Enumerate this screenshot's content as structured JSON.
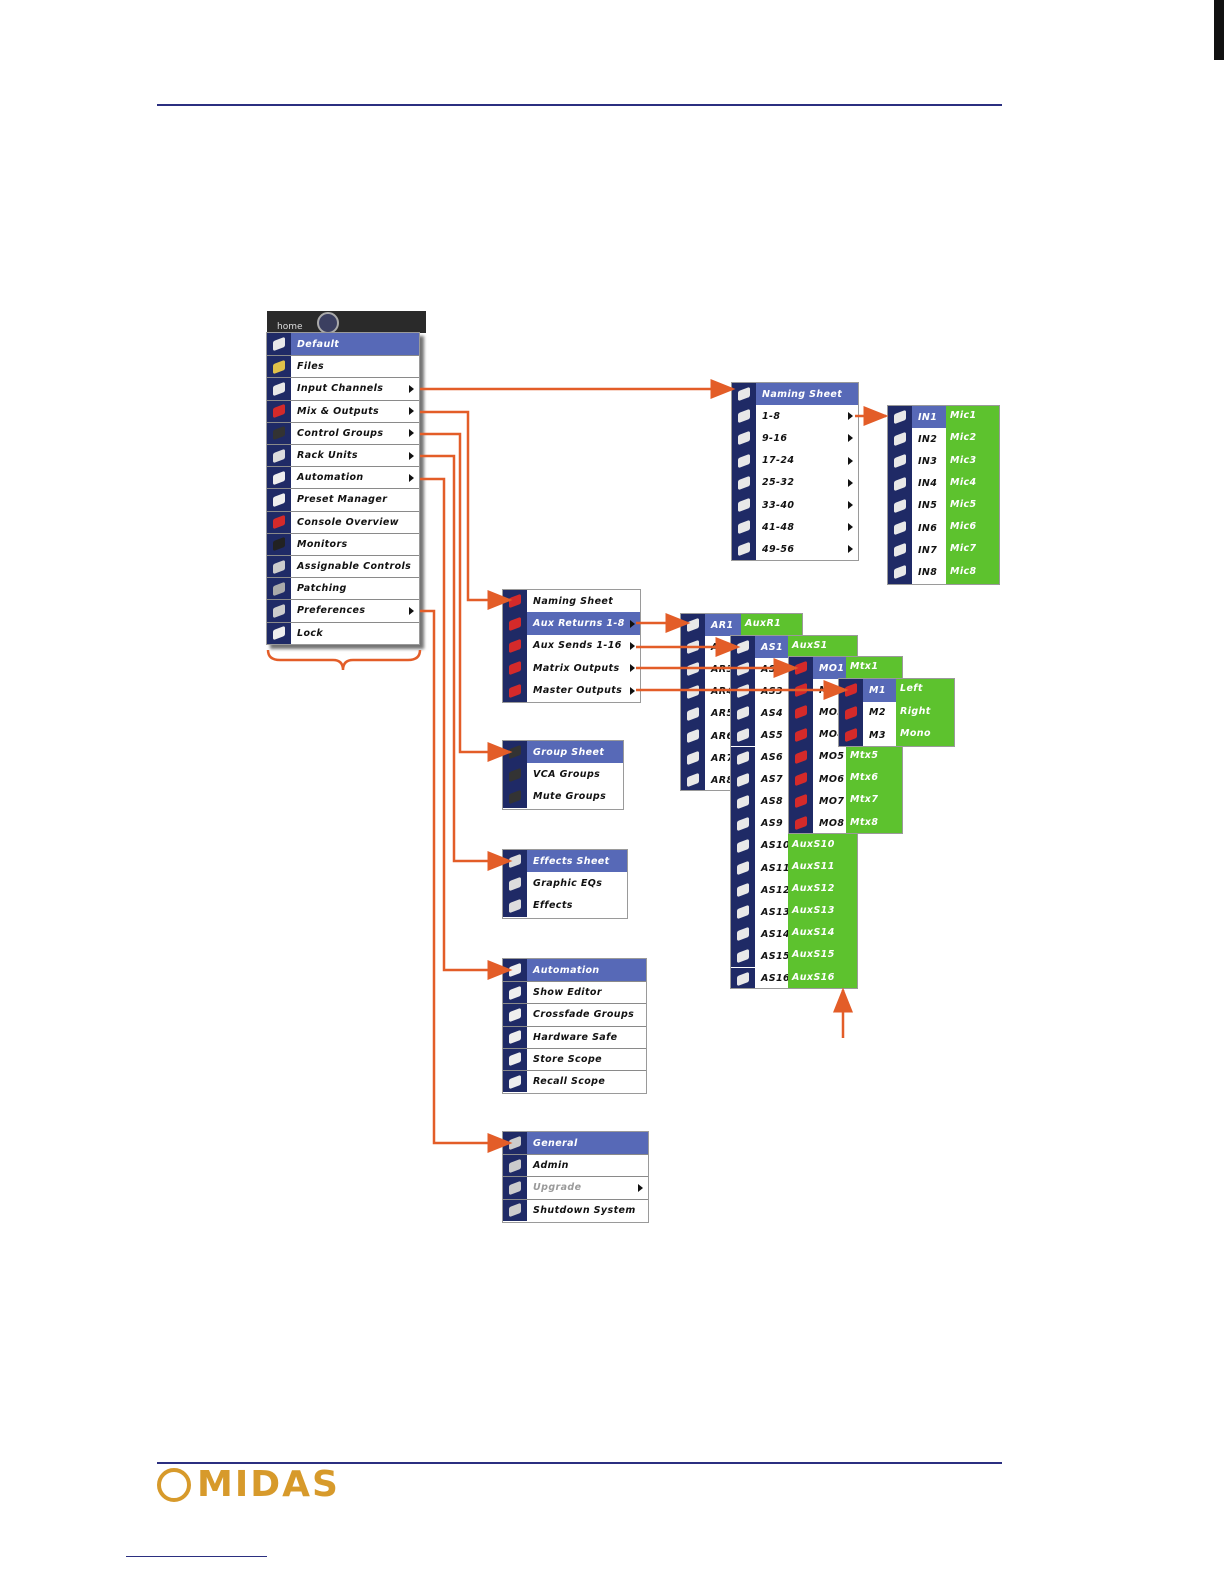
{
  "header": {
    "rule_color": "#2b2f80"
  },
  "colors": {
    "highlight": "#5769b7",
    "icon_bar": "#1f2a66",
    "green": "#5dc22e",
    "arrow": "#e35d28",
    "logo": "#d79a2b"
  },
  "home_bar": {
    "label": "home"
  },
  "main_menu": {
    "items": [
      {
        "label": "Default",
        "icon": "fader-icon",
        "selected": true
      },
      {
        "label": "Files",
        "icon": "folder-icon"
      },
      {
        "label": "Input Channels",
        "icon": "fader-icon",
        "submenu": true
      },
      {
        "label": "Mix & Outputs",
        "icon": "fader-red-icon",
        "submenu": true
      },
      {
        "label": "Control Groups",
        "icon": "vca-icon",
        "submenu": true
      },
      {
        "label": "Rack Units",
        "icon": "rack-icon",
        "submenu": true
      },
      {
        "label": "Automation",
        "icon": "gear-icon",
        "submenu": true
      },
      {
        "label": "Preset Manager",
        "icon": "gear-icon"
      },
      {
        "label": "Console Overview",
        "icon": "fader-red-icon"
      },
      {
        "label": "Monitors",
        "icon": "headphones-icon"
      },
      {
        "label": "Assignable Controls",
        "icon": "list-icon"
      },
      {
        "label": "Patching",
        "icon": "patch-icon"
      },
      {
        "label": "Preferences",
        "icon": "list-icon",
        "submenu": true
      },
      {
        "label": "Lock",
        "icon": "lock-icon"
      }
    ]
  },
  "input_channels_menu": {
    "items": [
      {
        "label": "Naming Sheet",
        "selected": true
      },
      {
        "label": "1-8",
        "submenu": true
      },
      {
        "label": "9-16",
        "submenu": true
      },
      {
        "label": "17-24",
        "submenu": true
      },
      {
        "label": "25-32",
        "submenu": true
      },
      {
        "label": "33-40",
        "submenu": true
      },
      {
        "label": "41-48",
        "submenu": true
      },
      {
        "label": "49-56",
        "submenu": true
      }
    ]
  },
  "inputs_1_8": {
    "items": [
      {
        "label": "IN1",
        "name": "Mic1",
        "selected": true
      },
      {
        "label": "IN2",
        "name": "Mic2"
      },
      {
        "label": "IN3",
        "name": "Mic3"
      },
      {
        "label": "IN4",
        "name": "Mic4"
      },
      {
        "label": "IN5",
        "name": "Mic5"
      },
      {
        "label": "IN6",
        "name": "Mic6"
      },
      {
        "label": "IN7",
        "name": "Mic7"
      },
      {
        "label": "IN8",
        "name": "Mic8"
      }
    ]
  },
  "mix_outputs_menu": {
    "items": [
      {
        "label": "Naming Sheet"
      },
      {
        "label": "Aux Returns 1-8",
        "submenu": true,
        "selected": true
      },
      {
        "label": "Aux Sends 1-16",
        "submenu": true
      },
      {
        "label": "Matrix Outputs",
        "submenu": true
      },
      {
        "label": "Master Outputs",
        "submenu": true
      }
    ]
  },
  "aux_returns": {
    "items": [
      {
        "label": "AR1",
        "name": "AuxR1",
        "selected": true
      },
      {
        "label": "AR2"
      },
      {
        "label": "AR3"
      },
      {
        "label": "AR4"
      },
      {
        "label": "AR5"
      },
      {
        "label": "AR6"
      },
      {
        "label": "AR7"
      },
      {
        "label": "AR8"
      }
    ]
  },
  "aux_sends": {
    "items": [
      {
        "label": "AS1",
        "name": "AuxS1",
        "selected": true
      },
      {
        "label": "AS2"
      },
      {
        "label": "AS3"
      },
      {
        "label": "AS4"
      },
      {
        "label": "AS5"
      },
      {
        "label": "AS6"
      },
      {
        "label": "AS7"
      },
      {
        "label": "AS8"
      },
      {
        "label": "AS9"
      },
      {
        "label": "AS10",
        "name": "AuxS10"
      },
      {
        "label": "AS11",
        "name": "AuxS11"
      },
      {
        "label": "AS12",
        "name": "AuxS12"
      },
      {
        "label": "AS13",
        "name": "AuxS13"
      },
      {
        "label": "AS14",
        "name": "AuxS14"
      },
      {
        "label": "AS15",
        "name": "AuxS15"
      },
      {
        "label": "AS16",
        "name": "AuxS16"
      }
    ]
  },
  "matrix_outputs": {
    "items": [
      {
        "label": "MO1",
        "name": "Mtx1",
        "selected": true
      },
      {
        "label": "MO2"
      },
      {
        "label": "MO3"
      },
      {
        "label": "MO4"
      },
      {
        "label": "MO5",
        "name": "Mtx5"
      },
      {
        "label": "MO6",
        "name": "Mtx6"
      },
      {
        "label": "MO7",
        "name": "Mtx7"
      },
      {
        "label": "MO8",
        "name": "Mtx8"
      }
    ]
  },
  "master_outputs": {
    "items": [
      {
        "label": "M1",
        "name": "Left",
        "selected": true
      },
      {
        "label": "M2",
        "name": "Right"
      },
      {
        "label": "M3",
        "name": "Mono"
      }
    ]
  },
  "control_groups_menu": {
    "items": [
      {
        "label": "Group Sheet",
        "selected": true
      },
      {
        "label": "VCA Groups"
      },
      {
        "label": "Mute Groups"
      }
    ]
  },
  "rack_units_menu": {
    "items": [
      {
        "label": "Effects Sheet",
        "selected": true
      },
      {
        "label": "Graphic EQs"
      },
      {
        "label": "Effects"
      }
    ]
  },
  "automation_menu": {
    "items": [
      {
        "label": "Automation",
        "selected": true
      },
      {
        "label": "Show Editor"
      },
      {
        "label": "Crossfade Groups"
      },
      {
        "label": "Hardware Safe"
      },
      {
        "label": "Store Scope"
      },
      {
        "label": "Recall Scope"
      }
    ]
  },
  "preferences_menu": {
    "items": [
      {
        "label": "General",
        "selected": true
      },
      {
        "label": "Admin"
      },
      {
        "label": "Upgrade",
        "submenu": true,
        "disabled": true
      },
      {
        "label": "Shutdown System"
      }
    ]
  },
  "footer": {
    "logo": "MIDAS"
  }
}
